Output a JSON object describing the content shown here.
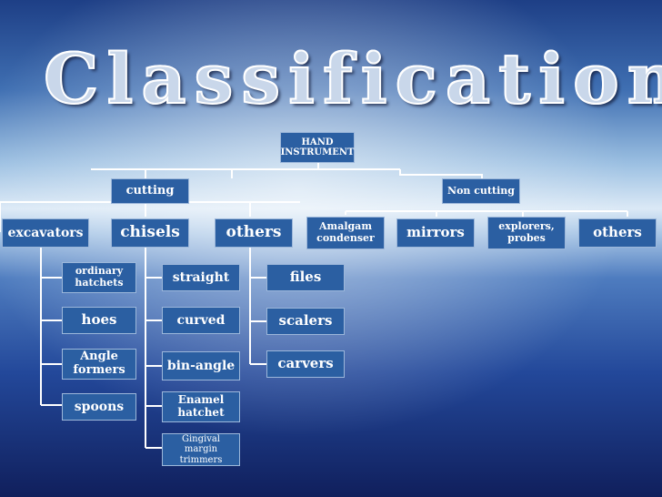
{
  "title": "Classification",
  "colors": {
    "node_fill": "#2b5fa2",
    "node_border": "#9cb7da",
    "connector": "#ffffff",
    "text": "#ffffff"
  },
  "nodes": {
    "root": "HAND\nINSTRUMENT",
    "cutting": "cutting",
    "non_cutting": "Non cutting",
    "excavators": "excavators",
    "chisels": "chisels",
    "others_cutting": "others",
    "amalgam_condenser": "Amalgam\ncondenser",
    "mirrors": "mirrors",
    "explorers_probes": "explorers,\nprobes",
    "others_noncutting": "others",
    "ordinary_hatchets": "ordinary\nhatchets",
    "hoes": "hoes",
    "angle_formers": "Angle\nformers",
    "spoons": "spoons",
    "straight": "straight",
    "curved": "curved",
    "bin_angle": "bin-angle",
    "enamel_hatchet": "Enamel\nhatchet",
    "gingival_margin_trimmers": "Gingival\nmargin trimmers",
    "files": "files",
    "scalers": "scalers",
    "carvers": "carvers"
  }
}
